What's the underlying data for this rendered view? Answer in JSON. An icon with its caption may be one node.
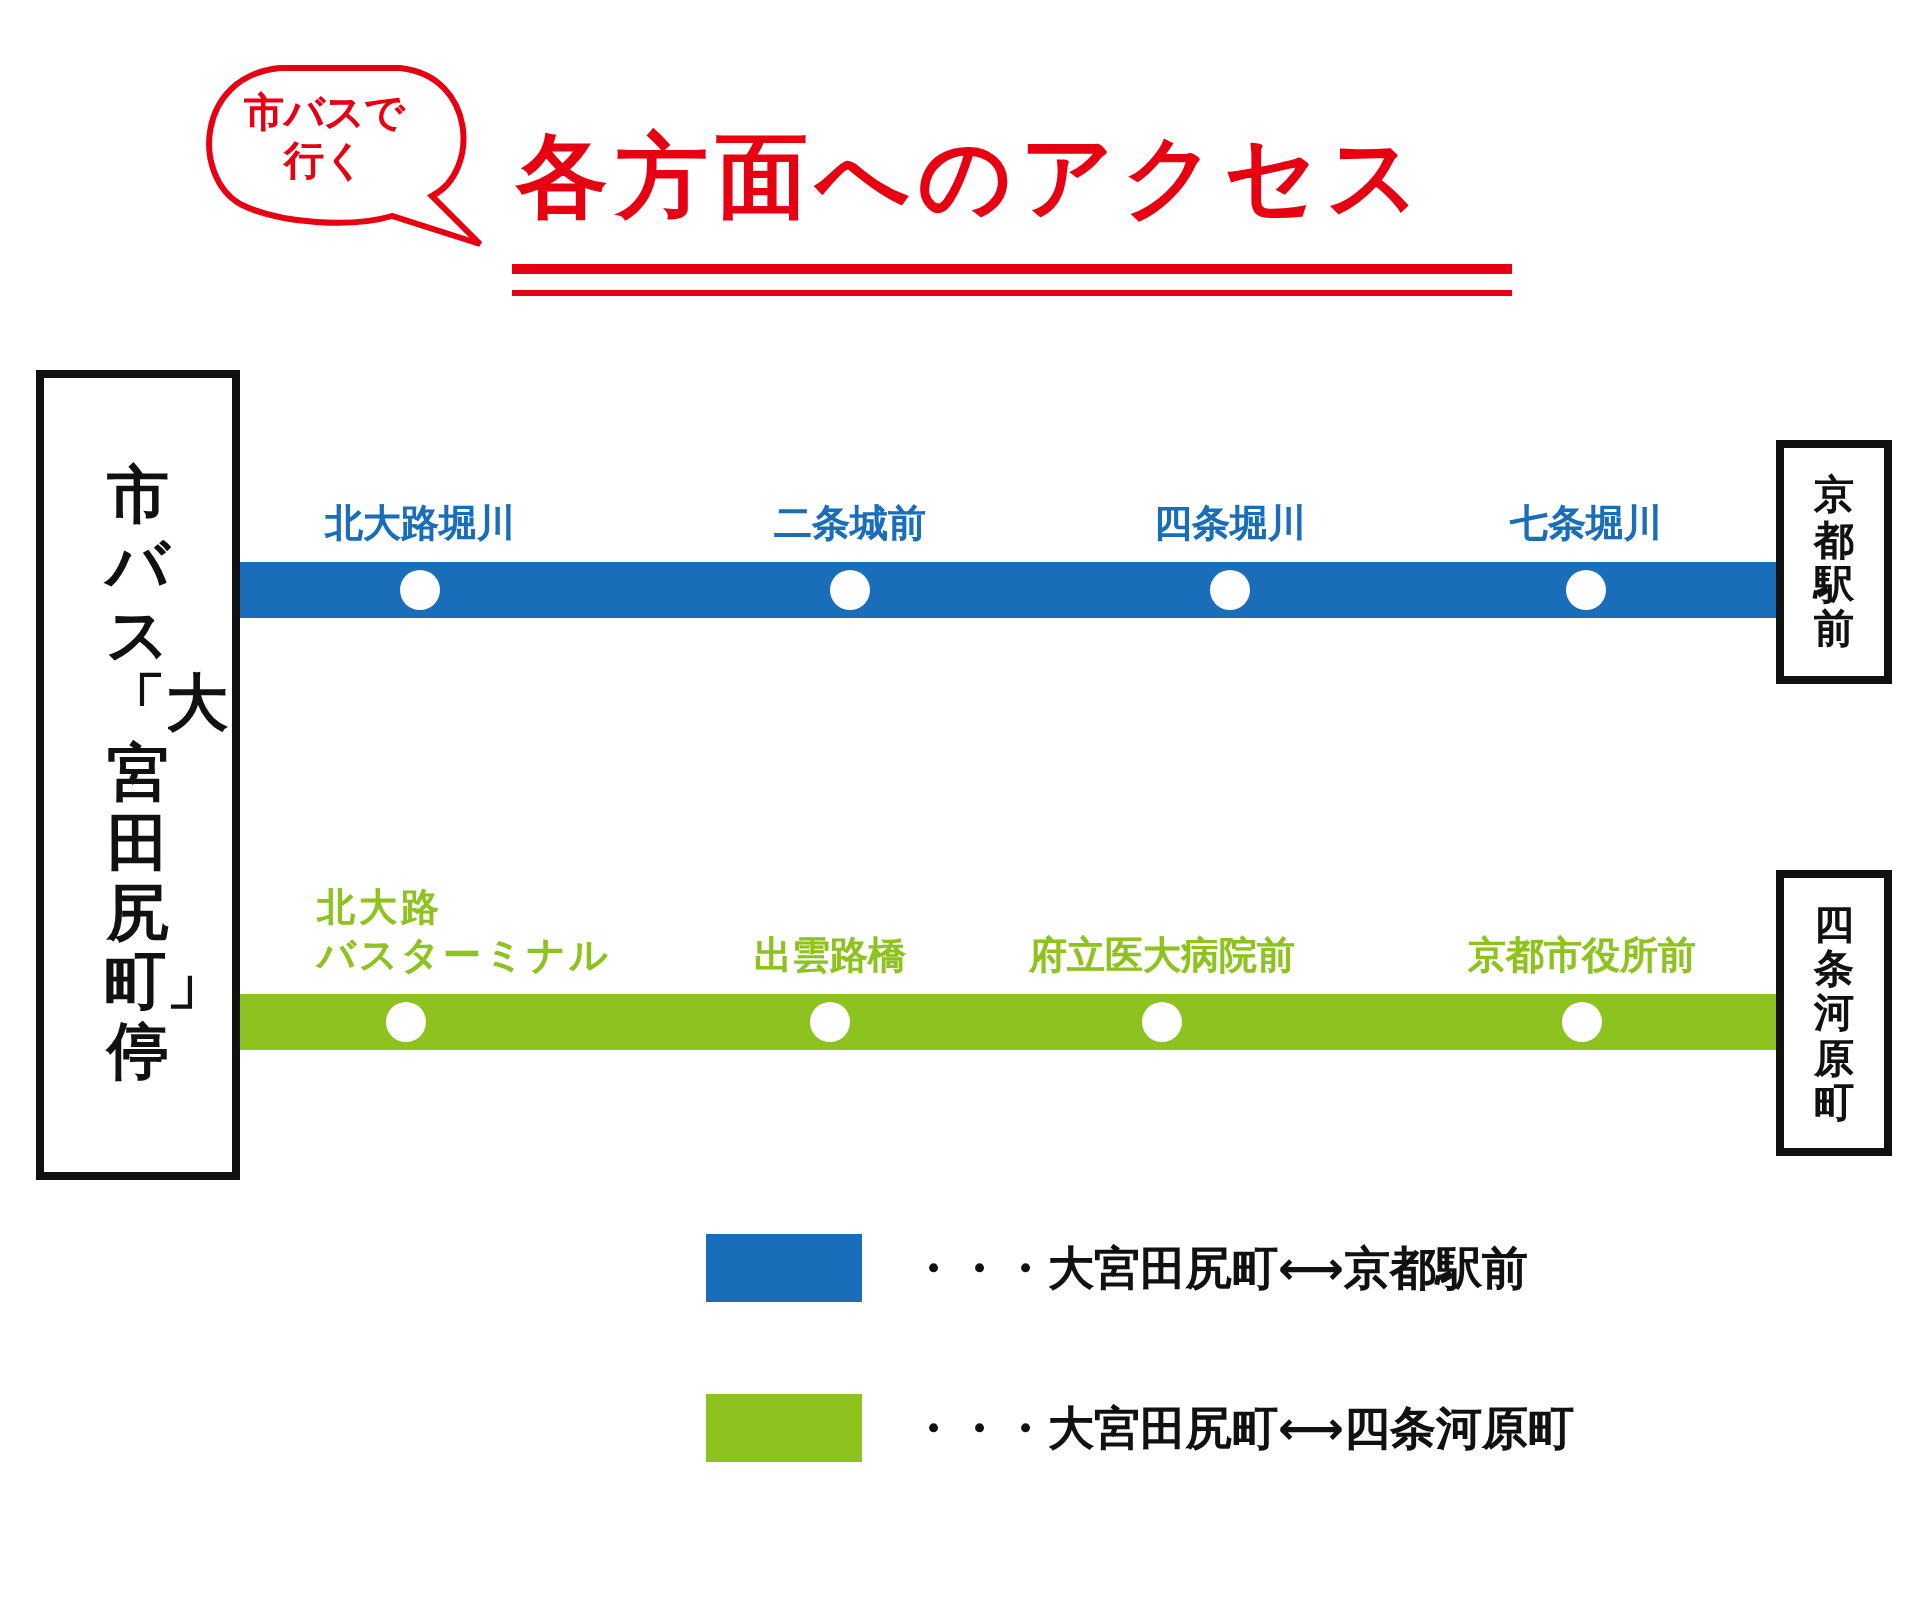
{
  "diagram": {
    "title": "各方面へのアクセス",
    "nodes": [
      {
        "text": [
          "市バスで行く"
        ]
      },
      {
        "text": [
          "市バス「大宮田尻町」停"
        ]
      },
      {
        "text": [
          "北大路堀川"
        ]
      },
      {
        "text": [
          "二条城前"
        ]
      },
      {
        "text": [
          "四条堀川"
        ]
      },
      {
        "text": [
          "七条堀川"
        ]
      },
      {
        "text": [
          "京都駅前"
        ]
      },
      {
        "text": [
          "北大路バスターミナル"
        ]
      },
      {
        "text": [
          "出雲路橋"
        ]
      },
      {
        "text": [
          "府立医大病院前"
        ]
      },
      {
        "text": [
          "京都市役所前"
        ]
      },
      {
        "text": [
          "四条河原町"
        ]
      }
    ],
    "edges": [
      {
        "from": 1,
        "to": 2,
        "arrow": "none",
        "color": "#1a6db8"
      },
      {
        "from": 2,
        "to": 3,
        "arrow": "none",
        "color": "#1a6db8"
      },
      {
        "from": 3,
        "to": 4,
        "arrow": "none",
        "color": "#1a6db8"
      },
      {
        "from": 4,
        "to": 5,
        "arrow": "none",
        "color": "#1a6db8"
      },
      {
        "from": 5,
        "to": 6,
        "arrow": "none",
        "color": "#1a6db8"
      },
      {
        "from": 1,
        "to": 7,
        "arrow": "none",
        "color": "#8dc21f"
      },
      {
        "from": 7,
        "to": 8,
        "arrow": "none",
        "color": "#8dc21f"
      },
      {
        "from": 8,
        "to": 9,
        "arrow": "none",
        "color": "#8dc21f"
      },
      {
        "from": 9,
        "to": 10,
        "arrow": "none",
        "color": "#8dc21f"
      },
      {
        "from": 10,
        "to": 11,
        "arrow": "none",
        "color": "#8dc21f"
      }
    ],
    "legend": [
      {
        "text": "・・・大宮田尻町⟷京都駅前",
        "color": "#1a6db8"
      },
      {
        "text": "・・・大宮田尻町⟷四条河原町",
        "color": "#8dc21f"
      }
    ]
  }
}
